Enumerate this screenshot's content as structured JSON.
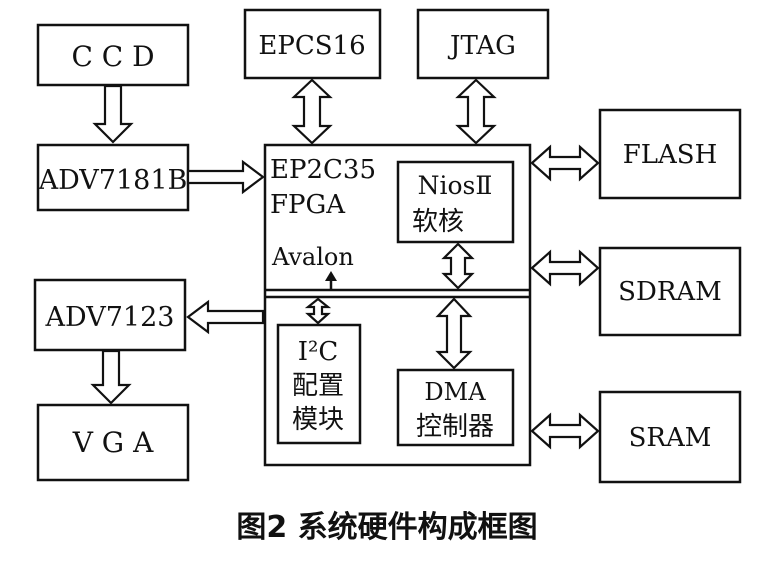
{
  "diagram": {
    "ccd": "C C D",
    "adv7181b": "ADV7181B",
    "epcs16": "EPCS16",
    "jtag": "JTAG",
    "fpga_line1": "EP2C35",
    "fpga_line2": "FPGA",
    "avalon": "Avalon",
    "nios_line1": "NiosⅡ",
    "nios_line2": "软核",
    "i2c_line1": "I²C",
    "i2c_line2": "配置",
    "i2c_line3": "模块",
    "dma_line1": "DMA",
    "dma_line2": "控制器",
    "flash": "FLASH",
    "sdram": "SDRAM",
    "sram": "SRAM",
    "adv7123": "ADV7123",
    "vga": "V G A"
  },
  "caption": "图2   系统硬件构成框图"
}
